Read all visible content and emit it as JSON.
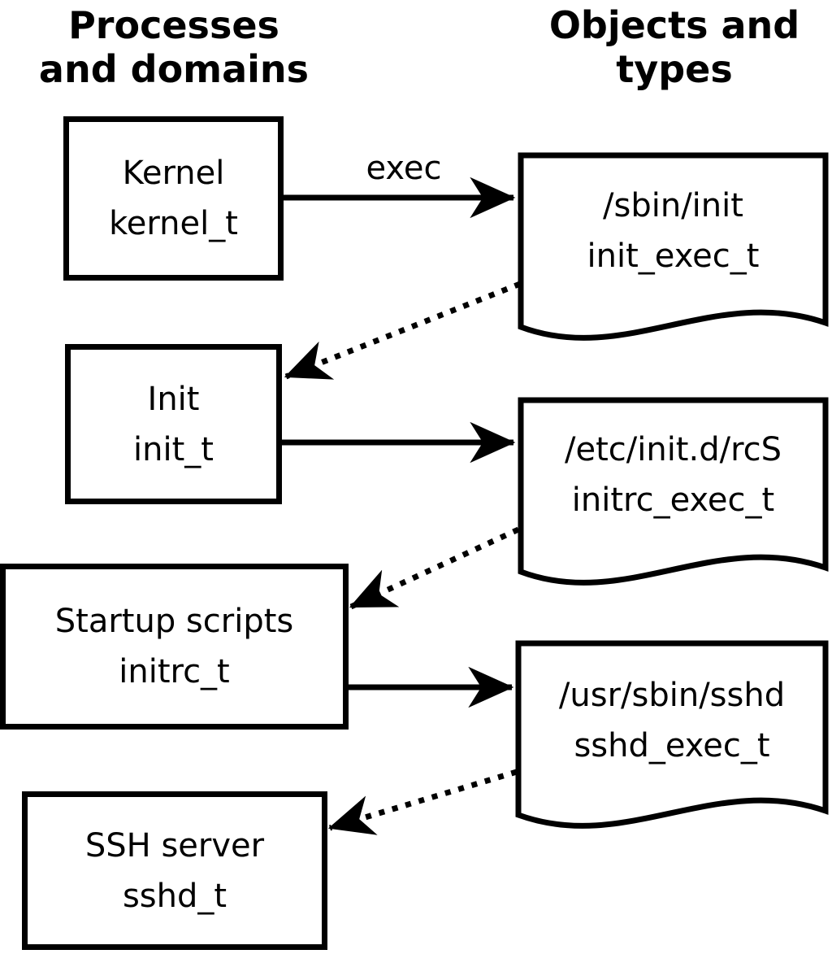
{
  "headers": {
    "left": {
      "line1": "Processes",
      "line2": "and domains"
    },
    "right": {
      "line1": "Objects and",
      "line2": "types"
    }
  },
  "process_boxes": [
    {
      "name": "Kernel",
      "type": "kernel_t"
    },
    {
      "name": "Init",
      "type": "init_t"
    },
    {
      "name": "Startup scripts",
      "type": "initrc_t"
    },
    {
      "name": "SSH server",
      "type": "sshd_t"
    }
  ],
  "object_docs": [
    {
      "path": "/sbin/init",
      "type": "init_exec_t"
    },
    {
      "path": "/etc/init.d/rcS",
      "type": "initrc_exec_t"
    },
    {
      "path": "/usr/sbin/sshd",
      "type": "sshd_exec_t"
    }
  ],
  "edges": {
    "exec_label": "exec"
  },
  "colors": {
    "foreground": "#000000",
    "background": "#ffffff"
  }
}
